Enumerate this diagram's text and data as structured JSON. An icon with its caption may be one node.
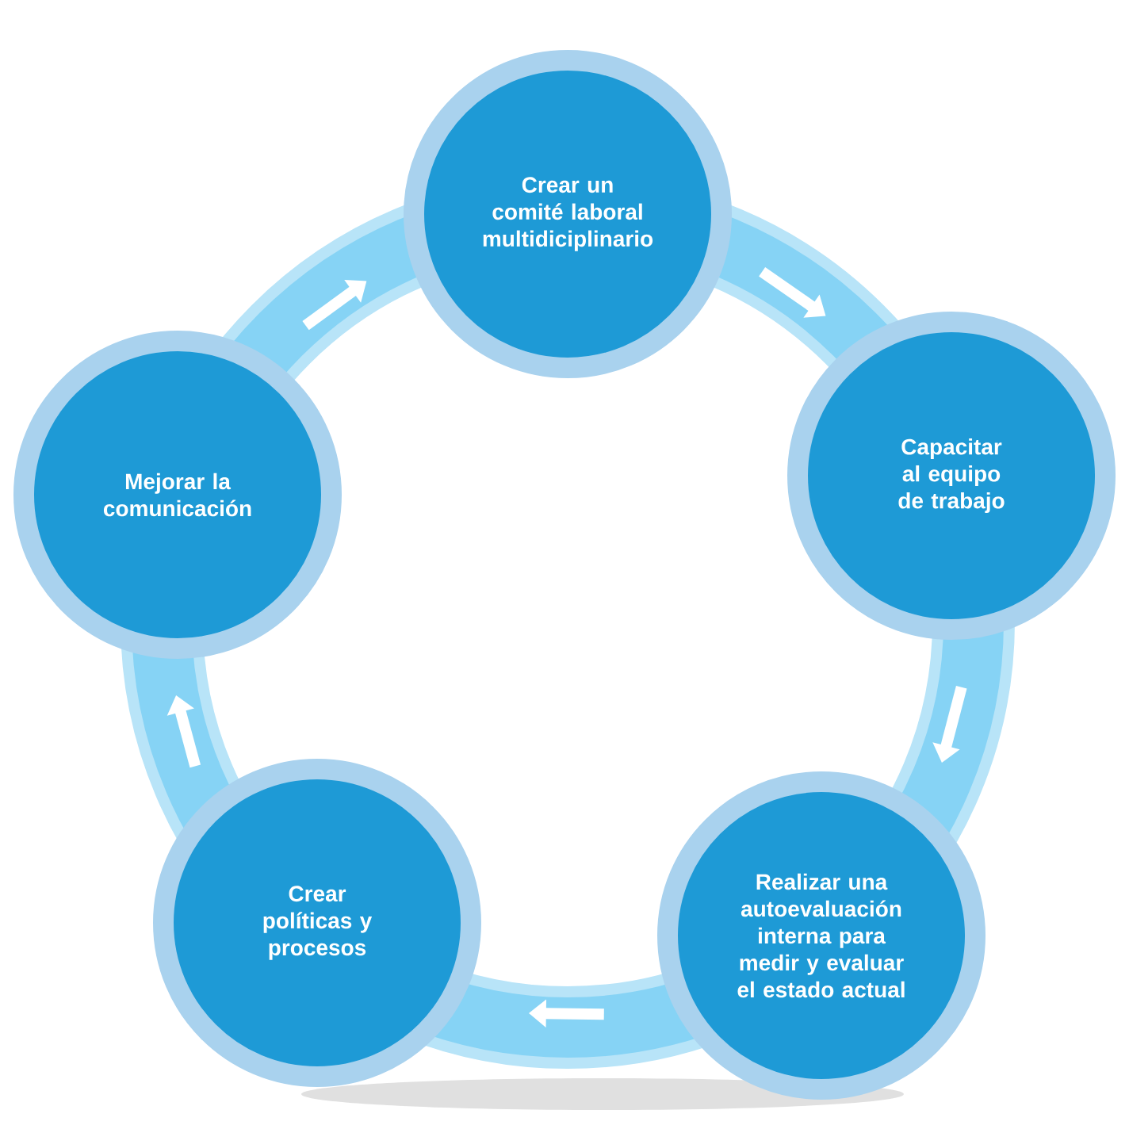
{
  "diagram": {
    "nodes": [
      {
        "text": [
          "Crear un comité laboral multidiciplinario"
        ]
      },
      {
        "text": [
          "Capacitar al equipo de trabajo"
        ]
      },
      {
        "text": [
          "Realizar una autoevaluación interna para medir y evaluar el estado actual"
        ]
      },
      {
        "text": [
          "Crear políticas y procesos"
        ]
      },
      {
        "text": [
          "Mejorar la comunicación"
        ]
      }
    ],
    "edges": [
      {
        "from": 0,
        "to": 1,
        "arrow": "to"
      },
      {
        "from": 1,
        "to": 2,
        "arrow": "to"
      },
      {
        "from": 2,
        "to": 3,
        "arrow": "to"
      },
      {
        "from": 3,
        "to": 4,
        "arrow": "to"
      },
      {
        "from": 4,
        "to": 0,
        "arrow": "to"
      }
    ]
  }
}
